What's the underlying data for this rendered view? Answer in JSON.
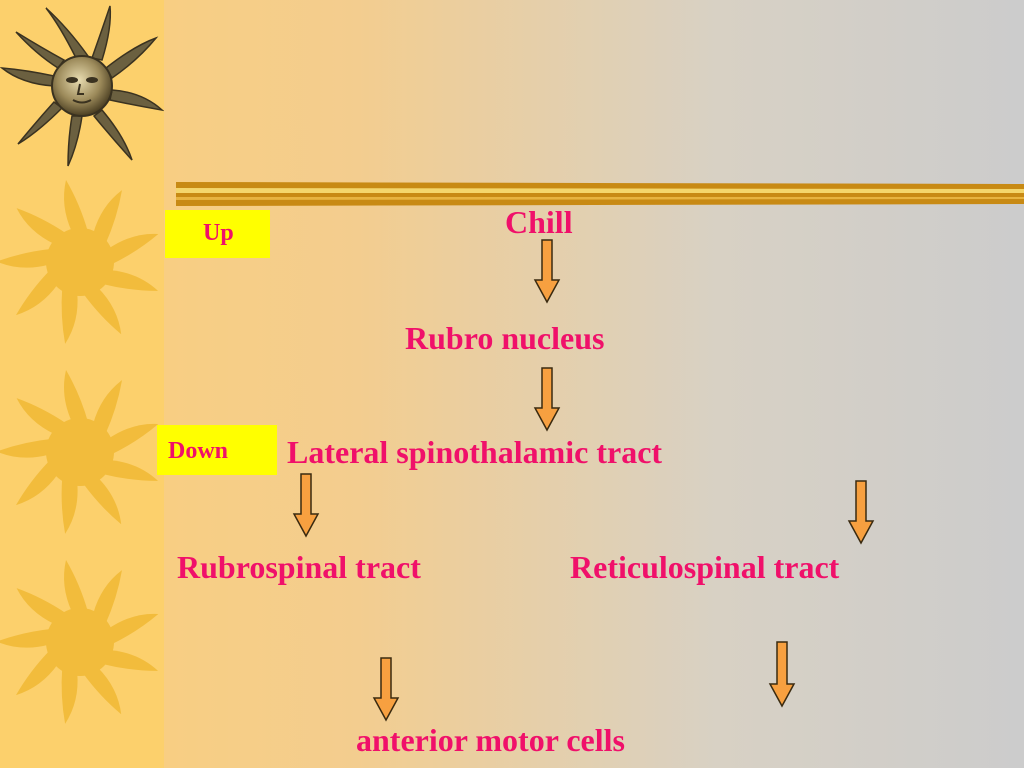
{
  "buttons": {
    "up": "Up",
    "down": "Down"
  },
  "nodes": {
    "chill": "Chill",
    "rubro_nucleus": "Rubro nucleus",
    "lateral_spinothalamic": "Lateral spinothalamic tract",
    "rubrospinal": "Rubrospinal tract",
    "reticulospinal": "Reticulospinal tract",
    "anterior_motor": "anterior motor cells"
  },
  "colors": {
    "text": "#f0106a",
    "button_bg": "#ffff00",
    "arrow_fill": "#f7a040",
    "sidebar": "#fcd06c"
  },
  "icons": [
    "sun-face-icon",
    "sun-icon"
  ]
}
